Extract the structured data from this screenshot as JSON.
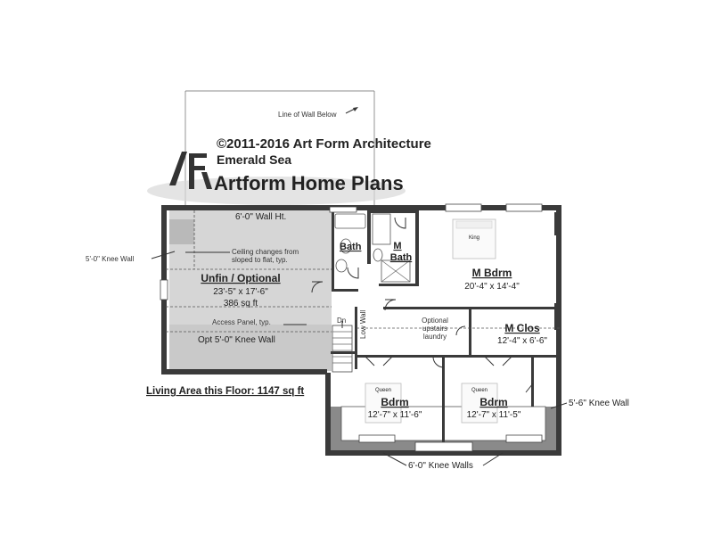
{
  "header": {
    "copyright": "©2011-2016 Art Form Architecture",
    "plan_name": "Emerald Sea",
    "brand": "Artform Home Plans",
    "brand_logo_letters": "AF"
  },
  "notes": {
    "line_of_wall_below": "Line of Wall Below",
    "wall_ht": "6'-0\" Wall Ht.",
    "ceiling_1": "Ceiling changes from",
    "ceiling_2": "sloped to flat, typ.",
    "access_panel": "Access Panel, typ.",
    "opt_knee_wall": "Opt 5'-0\" Knee Wall",
    "knee_wall_5": "5'-0\" Knee Wall",
    "knee_wall_56": "5'-6\" Knee Wall",
    "knee_walls_6": "6'-0\" Knee Walls",
    "low_wall": "Low Wall",
    "dn": "Dn",
    "laundry_1": "Optional",
    "laundry_2": "upstairs",
    "laundry_3": "laundry",
    "living_area": "Living Area this Floor: 1147 sq ft"
  },
  "rooms": {
    "unfin": {
      "name": "Unfin / Optional",
      "dims": "23'-5\" x 17'-6\"",
      "area": "386 sq ft"
    },
    "bath": {
      "name": "Bath"
    },
    "m_bath_1": "M",
    "m_bath_2": "Bath",
    "m_bdrm": {
      "name": "M Bdrm",
      "dims": "20'-4\" x 14'-4\""
    },
    "m_clos": {
      "name": "M Clos",
      "dims": "12'-4\" x 6'-6\""
    },
    "bdrm_left": {
      "name": "Bdrm",
      "dims": "12'-7\" x 11'-6\""
    },
    "bdrm_right": {
      "name": "Bdrm",
      "dims": "12'-7\" x 11'-5\""
    }
  },
  "furniture": {
    "king": "King",
    "queen_left": "Queen",
    "queen_right": "Queen"
  }
}
